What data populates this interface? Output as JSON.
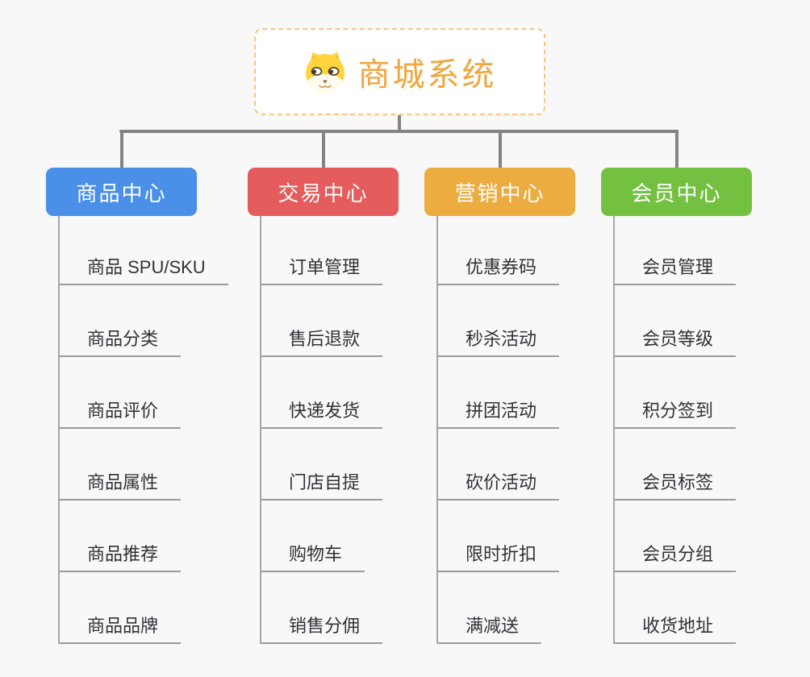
{
  "root": {
    "title": "商城系统",
    "icon": "dog-logo",
    "title_color": "#F0A63C",
    "border_color": "#F6C584"
  },
  "connector_color": "#848484",
  "branches": [
    {
      "label": "商品中心",
      "color": "#4A90E8",
      "items": [
        "商品 SPU/SKU",
        "商品分类",
        "商品评价",
        "商品属性",
        "商品推荐",
        "商品品牌"
      ]
    },
    {
      "label": "交易中心",
      "color": "#E45C5C",
      "items": [
        "订单管理",
        "售后退款",
        "快递发货",
        "门店自提",
        "购物车",
        "销售分佣"
      ]
    },
    {
      "label": "营销中心",
      "color": "#EBAC40",
      "items": [
        "优惠券码",
        "秒杀活动",
        "拼团活动",
        "砍价活动",
        "限时折扣",
        "满减送"
      ]
    },
    {
      "label": "会员中心",
      "color": "#74C041",
      "items": [
        "会员管理",
        "会员等级",
        "积分签到",
        "会员标签",
        "会员分组",
        "收货地址"
      ]
    }
  ]
}
